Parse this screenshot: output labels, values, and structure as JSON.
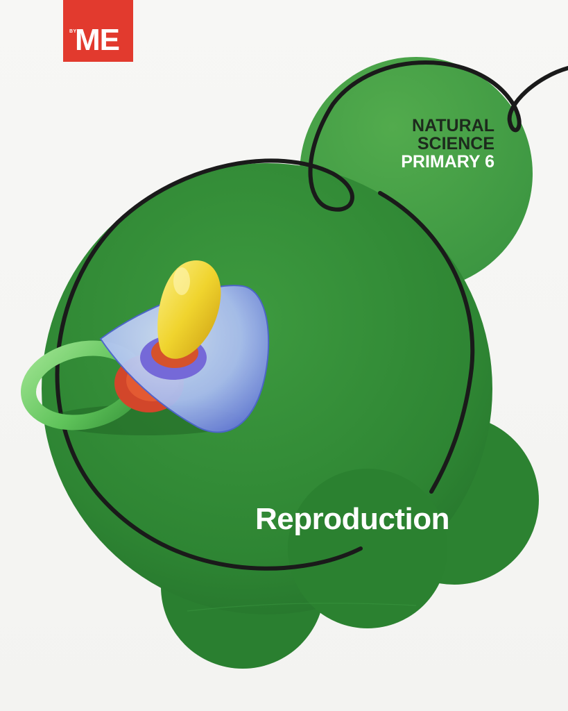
{
  "publisher": {
    "by_label": "BY",
    "brand": "ME",
    "brand_color": "#e23a2e"
  },
  "series": {
    "line1": "NATURAL",
    "line2": "SCIENCE",
    "line3": "PRIMARY 6"
  },
  "title": "Reproduction",
  "illustration": {
    "subject": "pacifier-illustration"
  },
  "colors": {
    "background": "#f6f6f4",
    "green_main": "#2f8a35",
    "green_dark": "#1f6d28",
    "title_text": "#ffffff",
    "series_dark_text": "#1d2a1d"
  }
}
